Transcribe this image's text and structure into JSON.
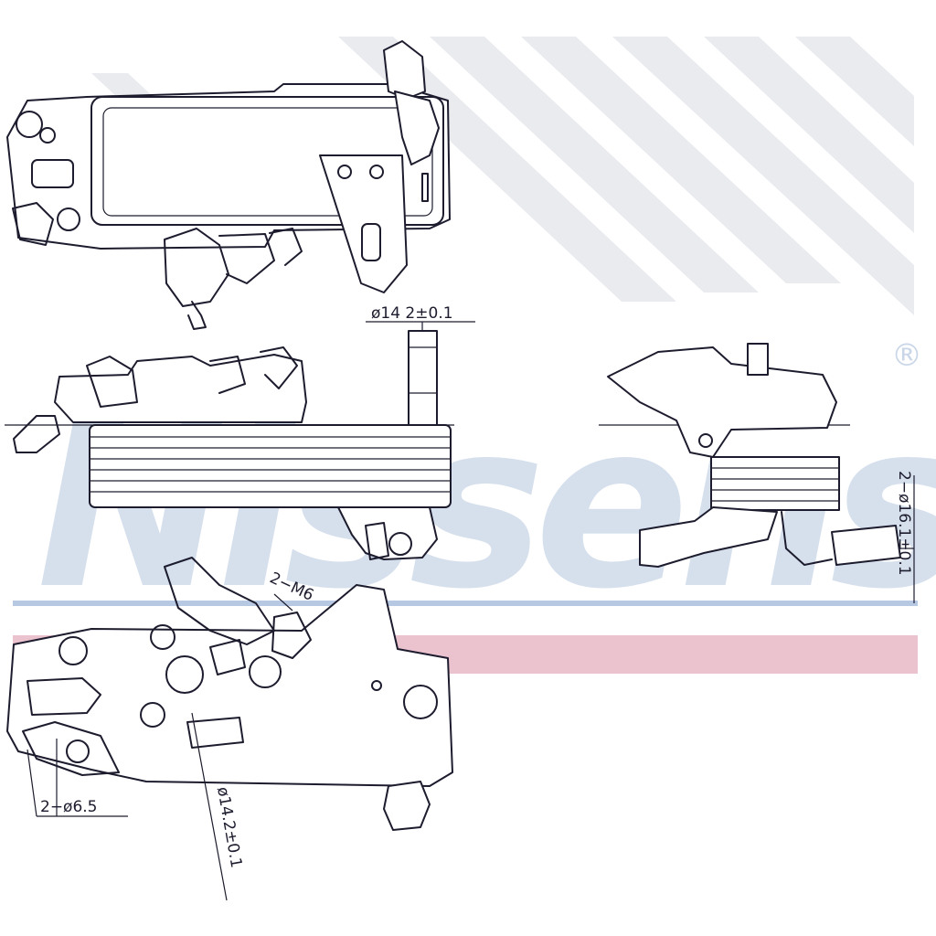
{
  "watermark": {
    "brand": "Nissens",
    "registered_mark": "®",
    "colors": {
      "blue": "#b7c9e2",
      "red": "#e3aab9",
      "stripes": "#e8eaee",
      "outline": "#1c1c2e"
    }
  },
  "dimensions": {
    "top_pipe_diameter": "ø14 2±0.1",
    "side_bolt_holes": "2−ø16.1±0.1",
    "bottom_thread": "2−M6",
    "bottom_holes": "2−ø6.5",
    "bottom_pipe_diameter": "ø14.2±0.1"
  }
}
